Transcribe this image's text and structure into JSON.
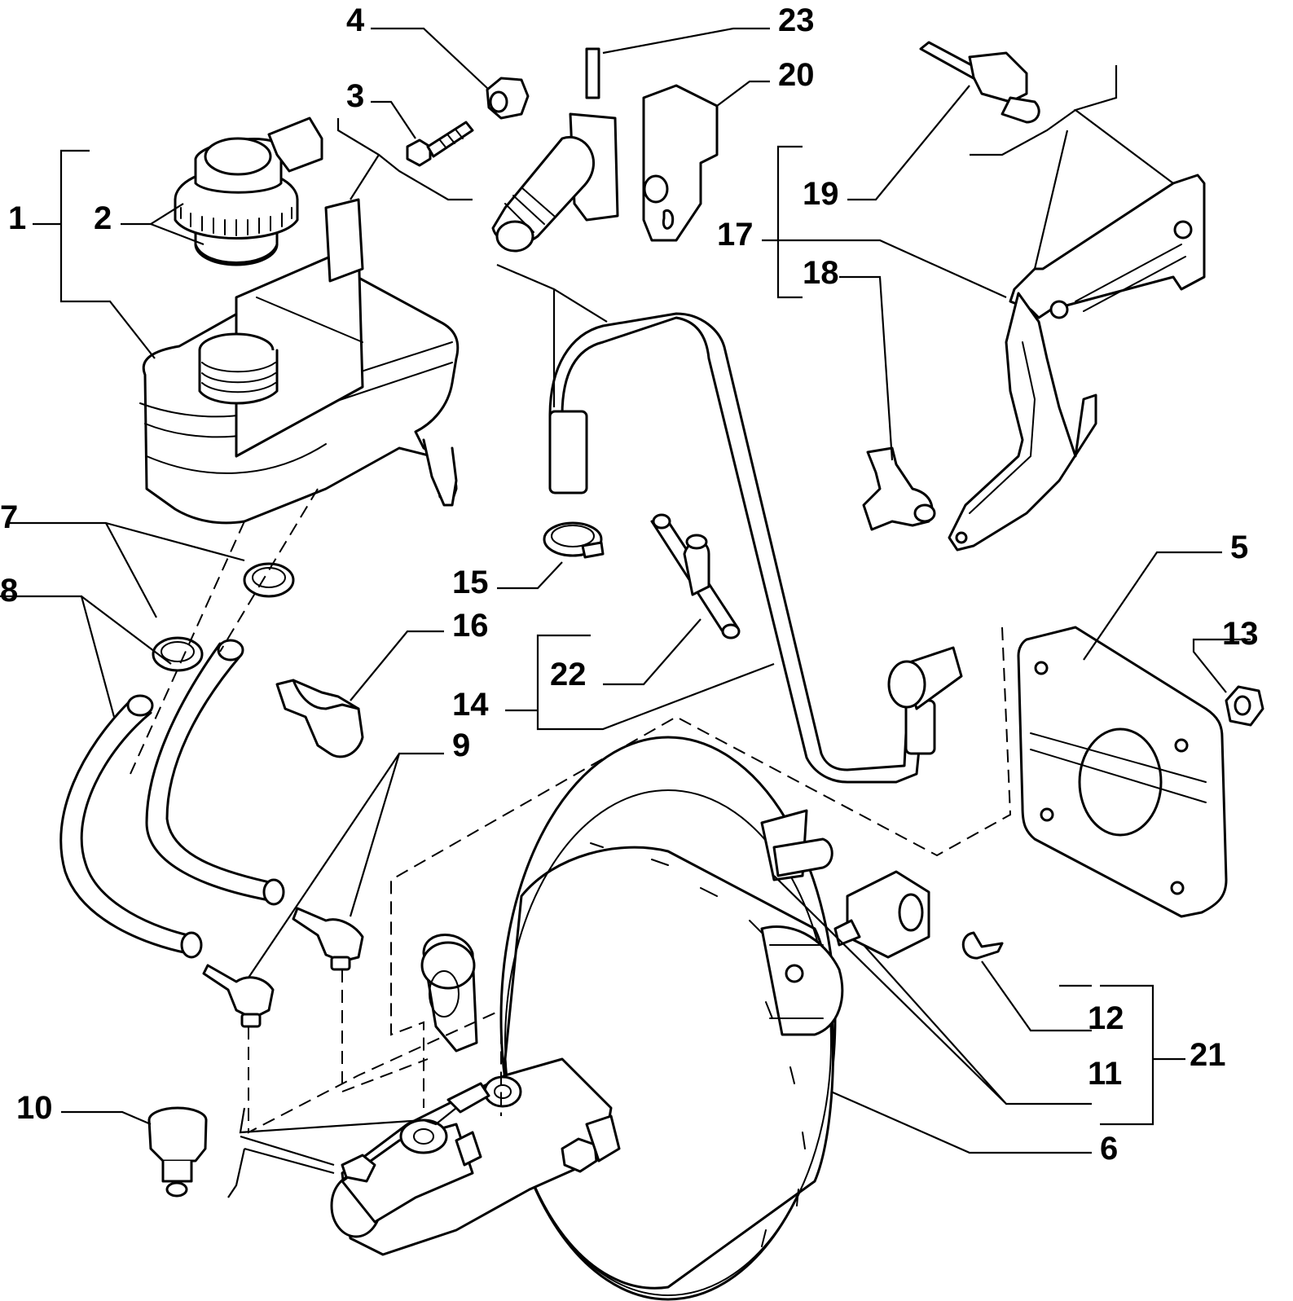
{
  "diagram": {
    "ink_color": "#000000",
    "background": "#ffffff",
    "callouts": [
      "1",
      "2",
      "3",
      "4",
      "5",
      "6",
      "7",
      "8",
      "9",
      "10",
      "11",
      "12",
      "13",
      "14",
      "15",
      "16",
      "17",
      "18",
      "19",
      "20",
      "21",
      "22",
      "23"
    ]
  }
}
